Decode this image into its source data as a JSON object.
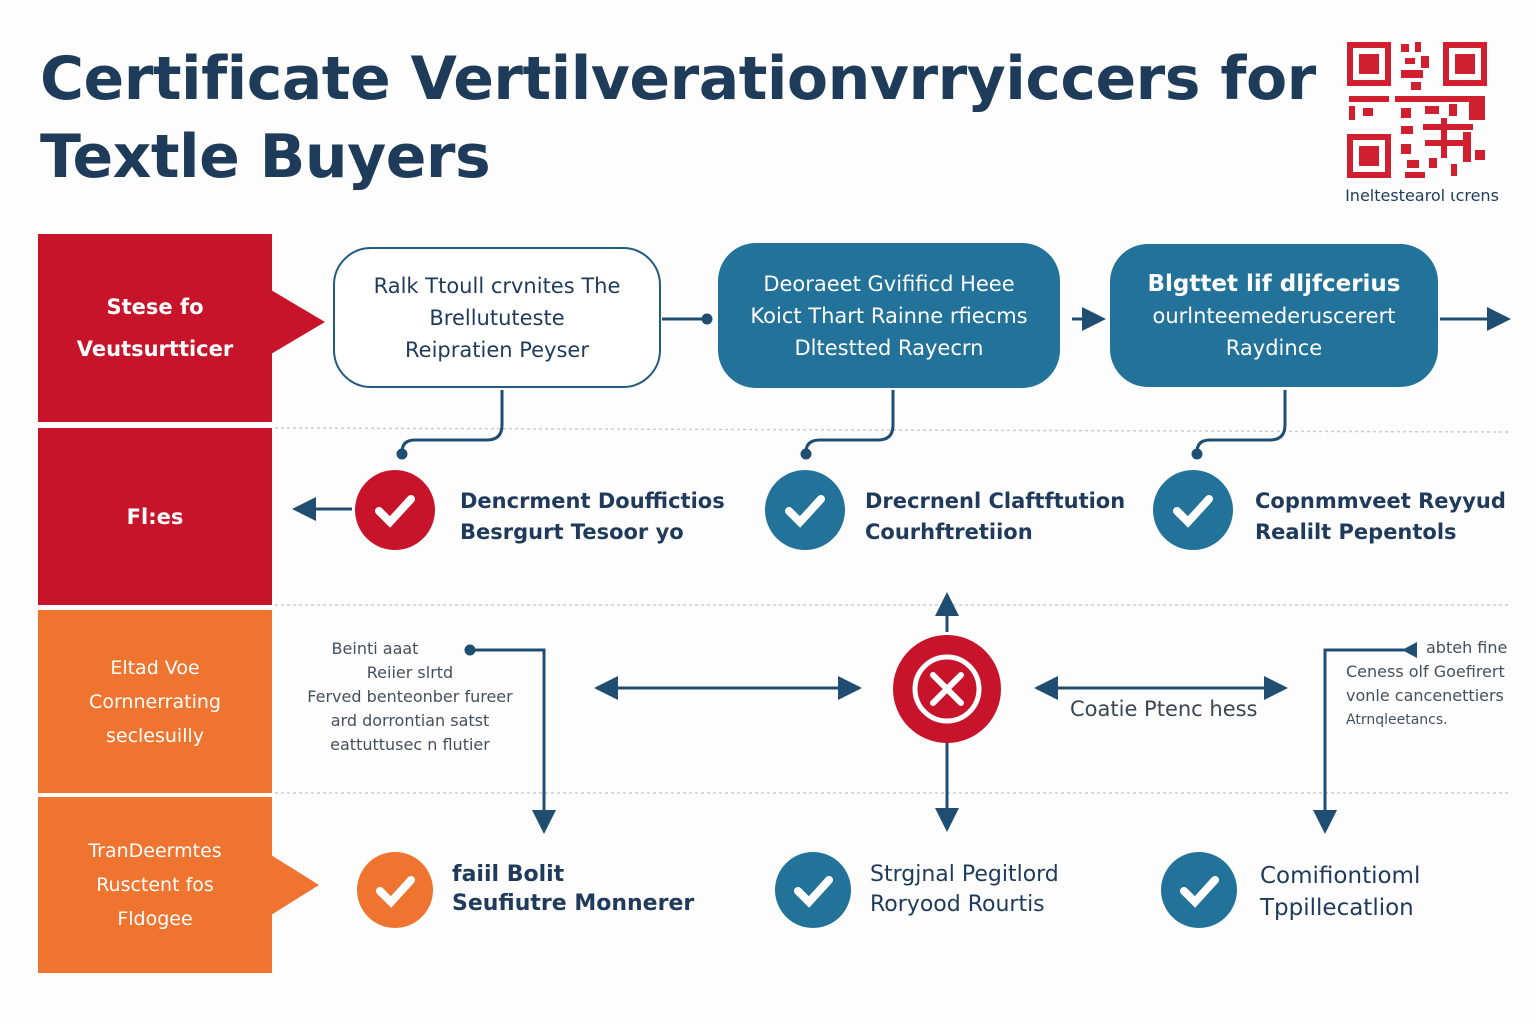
{
  "title": {
    "line1": "Certificate Vertilverationvrryiccers for",
    "line2": "Textle Buyers"
  },
  "qr": {
    "caption": "Ineltestearol ιcrens",
    "color": "#d01f2e"
  },
  "colors": {
    "red": "#c8142b",
    "blue": "#22729a",
    "orange": "#ee7430",
    "navy": "#1f3b5a"
  },
  "sidebar": [
    {
      "lines": [
        "Stese fo",
        "Veutsurtticer"
      ],
      "color": "#c8142b"
    },
    {
      "lines": [
        "Fl:es"
      ],
      "color": "#c8142b"
    },
    {
      "lines": [
        "Eltad Voe",
        "Cornnerrating",
        "seclesuilly"
      ],
      "color": "#ee7430"
    },
    {
      "lines": [
        "TranDeermtes",
        "Rusctent fos",
        "Fldogee"
      ],
      "color": "#ee7430"
    }
  ],
  "steps": [
    {
      "lines": [
        "Ralk Ttoull crvnites The",
        "Brellututeste",
        "Reipratien Peyser"
      ]
    },
    {
      "lines": [
        "Deoraeet Gvifificd Heee",
        "Koict Thart Rainne rfiecms",
        "Dltestted Rayecrn"
      ]
    },
    {
      "lines": [
        "Blgttet lif dljfcerius",
        "ourlnteemederuscerert",
        "Raydince"
      ]
    }
  ],
  "row2": [
    {
      "icon": "check",
      "lines": [
        "Dencrment Douffictios",
        "Besrgurt Tesoor yo"
      ]
    },
    {
      "icon": "check",
      "lines": [
        "Drecrnenl Claftftution",
        "Courhftretiion"
      ]
    },
    {
      "icon": "check",
      "lines": [
        "Copnmmveet Reyyud",
        "Realilt Pepentols"
      ]
    }
  ],
  "row3": {
    "left_note": [
      "Beinti aaat",
      "Reiier slrtd",
      "Ferved benteonber fureer",
      "ard dorrontian satst",
      "eattuttusec n flutier"
    ],
    "center_label": "Coatie Ptenc hess",
    "right_note": [
      "abteh fine",
      "Ceness olf Goefirert",
      "vonle cancenettiers",
      "Atrnqleetancs."
    ]
  },
  "row4": [
    {
      "icon": "check",
      "lines": [
        "faiil Bolit",
        "Seufiutre Monnerer"
      ]
    },
    {
      "icon": "check",
      "lines": [
        "Strgjnal Pegitlord",
        "Roryood Rourtis"
      ]
    },
    {
      "icon": "check",
      "lines": [
        "Comifiontioml",
        "Tppillecatlion"
      ]
    }
  ]
}
